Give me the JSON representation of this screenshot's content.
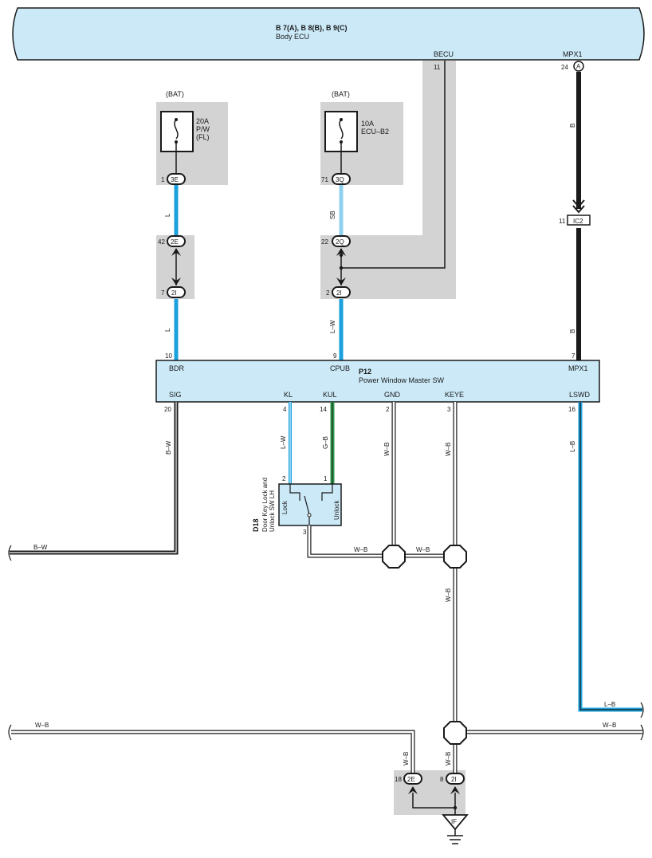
{
  "body_ecu": {
    "title": "B 7(A), B 8(B), B 9(C)",
    "name": "Body ECU",
    "pin_becu": "BECU",
    "pin_becu_num": "11",
    "pin_mpx1": "MPX1",
    "pin_mpx1_num": "24",
    "pin_mpx1_conn": "A"
  },
  "fuse_pw": {
    "bat": "(BAT)",
    "amp": "20A",
    "name1": "P/W",
    "name2": "(FL)"
  },
  "fuse_ecu": {
    "bat": "(BAT)",
    "amp": "10A",
    "name": "ECU–B2"
  },
  "connectors": {
    "c3e_num": "1",
    "c3e": "3E",
    "c3q_num": "71",
    "c3q": "3Q",
    "c2e_num": "42",
    "c2e": "2E",
    "c2i_num": "7",
    "c2i": "2I",
    "c2q_num": "22",
    "c2q": "2Q",
    "c2i_b_num": "2",
    "c2i_b": "2I",
    "ic2_num": "11",
    "ic2": "IC2",
    "g2e_num": "18",
    "g2e": "2E",
    "g2i_num": "8",
    "g2i": "2I",
    "ground": "IF"
  },
  "master_sw": {
    "id": "P12",
    "name": "Power Window Master SW",
    "pins_top": [
      {
        "label": "BDR",
        "num": "10"
      },
      {
        "label": "CPUB",
        "num": "9"
      },
      {
        "label": "MPX1",
        "num": "7"
      }
    ],
    "pins_bottom": [
      {
        "label": "SIG",
        "num": "20"
      },
      {
        "label": "KL",
        "num": "4"
      },
      {
        "label": "KUL",
        "num": "14"
      },
      {
        "label": "GND",
        "num": "2"
      },
      {
        "label": "KEYE",
        "num": "3"
      },
      {
        "label": "LSWD",
        "num": "16"
      }
    ]
  },
  "door_sw": {
    "id": "D18",
    "name1": "Door Key Lock and",
    "name2": "Unlock SW LH",
    "lock": "Lock",
    "unlock": "Unlock",
    "pin_lock": "2",
    "pin_unlock": "1",
    "pin_gnd": "3"
  },
  "wires": {
    "l": "L",
    "l2": "L",
    "sb": "SB",
    "lw": "L–W",
    "b": "B",
    "b2": "B",
    "bw": "B–W",
    "bw_out": "B–W",
    "kl_lw": "L–W",
    "kul_gb": "G–B",
    "gnd_wb": "W–B",
    "keye_wb": "W–B",
    "lswd_lb": "L–B",
    "d18_wb": "W–B",
    "j1_j2_wb": "W–B",
    "j2_down_wb": "W–B",
    "lb_out": "L–B",
    "wb_left": "W–B",
    "wb_right": "W–B",
    "g1_wb": "W–B",
    "g2_wb": "W–B"
  },
  "colors": {
    "panel": "#cbe9f7",
    "shade": "#d3d3d3",
    "wire_blue": "#1aa0dc",
    "wire_lightblue": "#8fd0ef",
    "wire_green": "#2e9a4a",
    "wire_black": "#1a1a1a"
  }
}
